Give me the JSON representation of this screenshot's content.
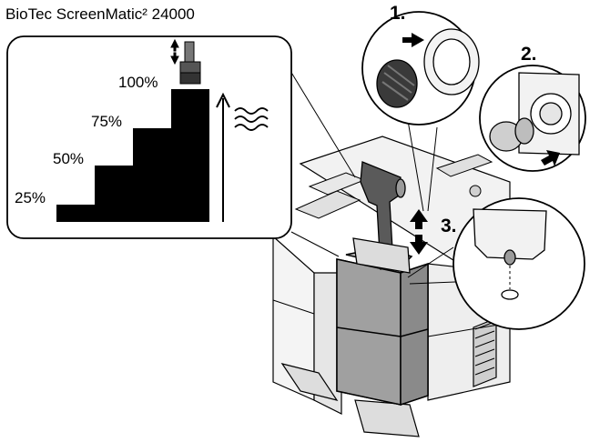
{
  "title": "BioTec ScreenMatic² 24000",
  "fill_levels": [
    "25%",
    "50%",
    "75%",
    "100%"
  ],
  "steps": [
    "1.",
    "2.",
    "3."
  ],
  "icons": {
    "level_arrow": "up-arrow-icon",
    "liquid": "wave-icon",
    "lift": "up-down-arrow-icon"
  },
  "colors": {
    "line": "#000000",
    "panel_fill": "#ffffff",
    "machine_light": "#f2f2f2",
    "machine_mid": "#d9d9d9",
    "canister": "#a6a6a6",
    "canister_dark": "#8a8a8a",
    "handle": "#5a5a5a",
    "cap": "#3a3a3a"
  }
}
